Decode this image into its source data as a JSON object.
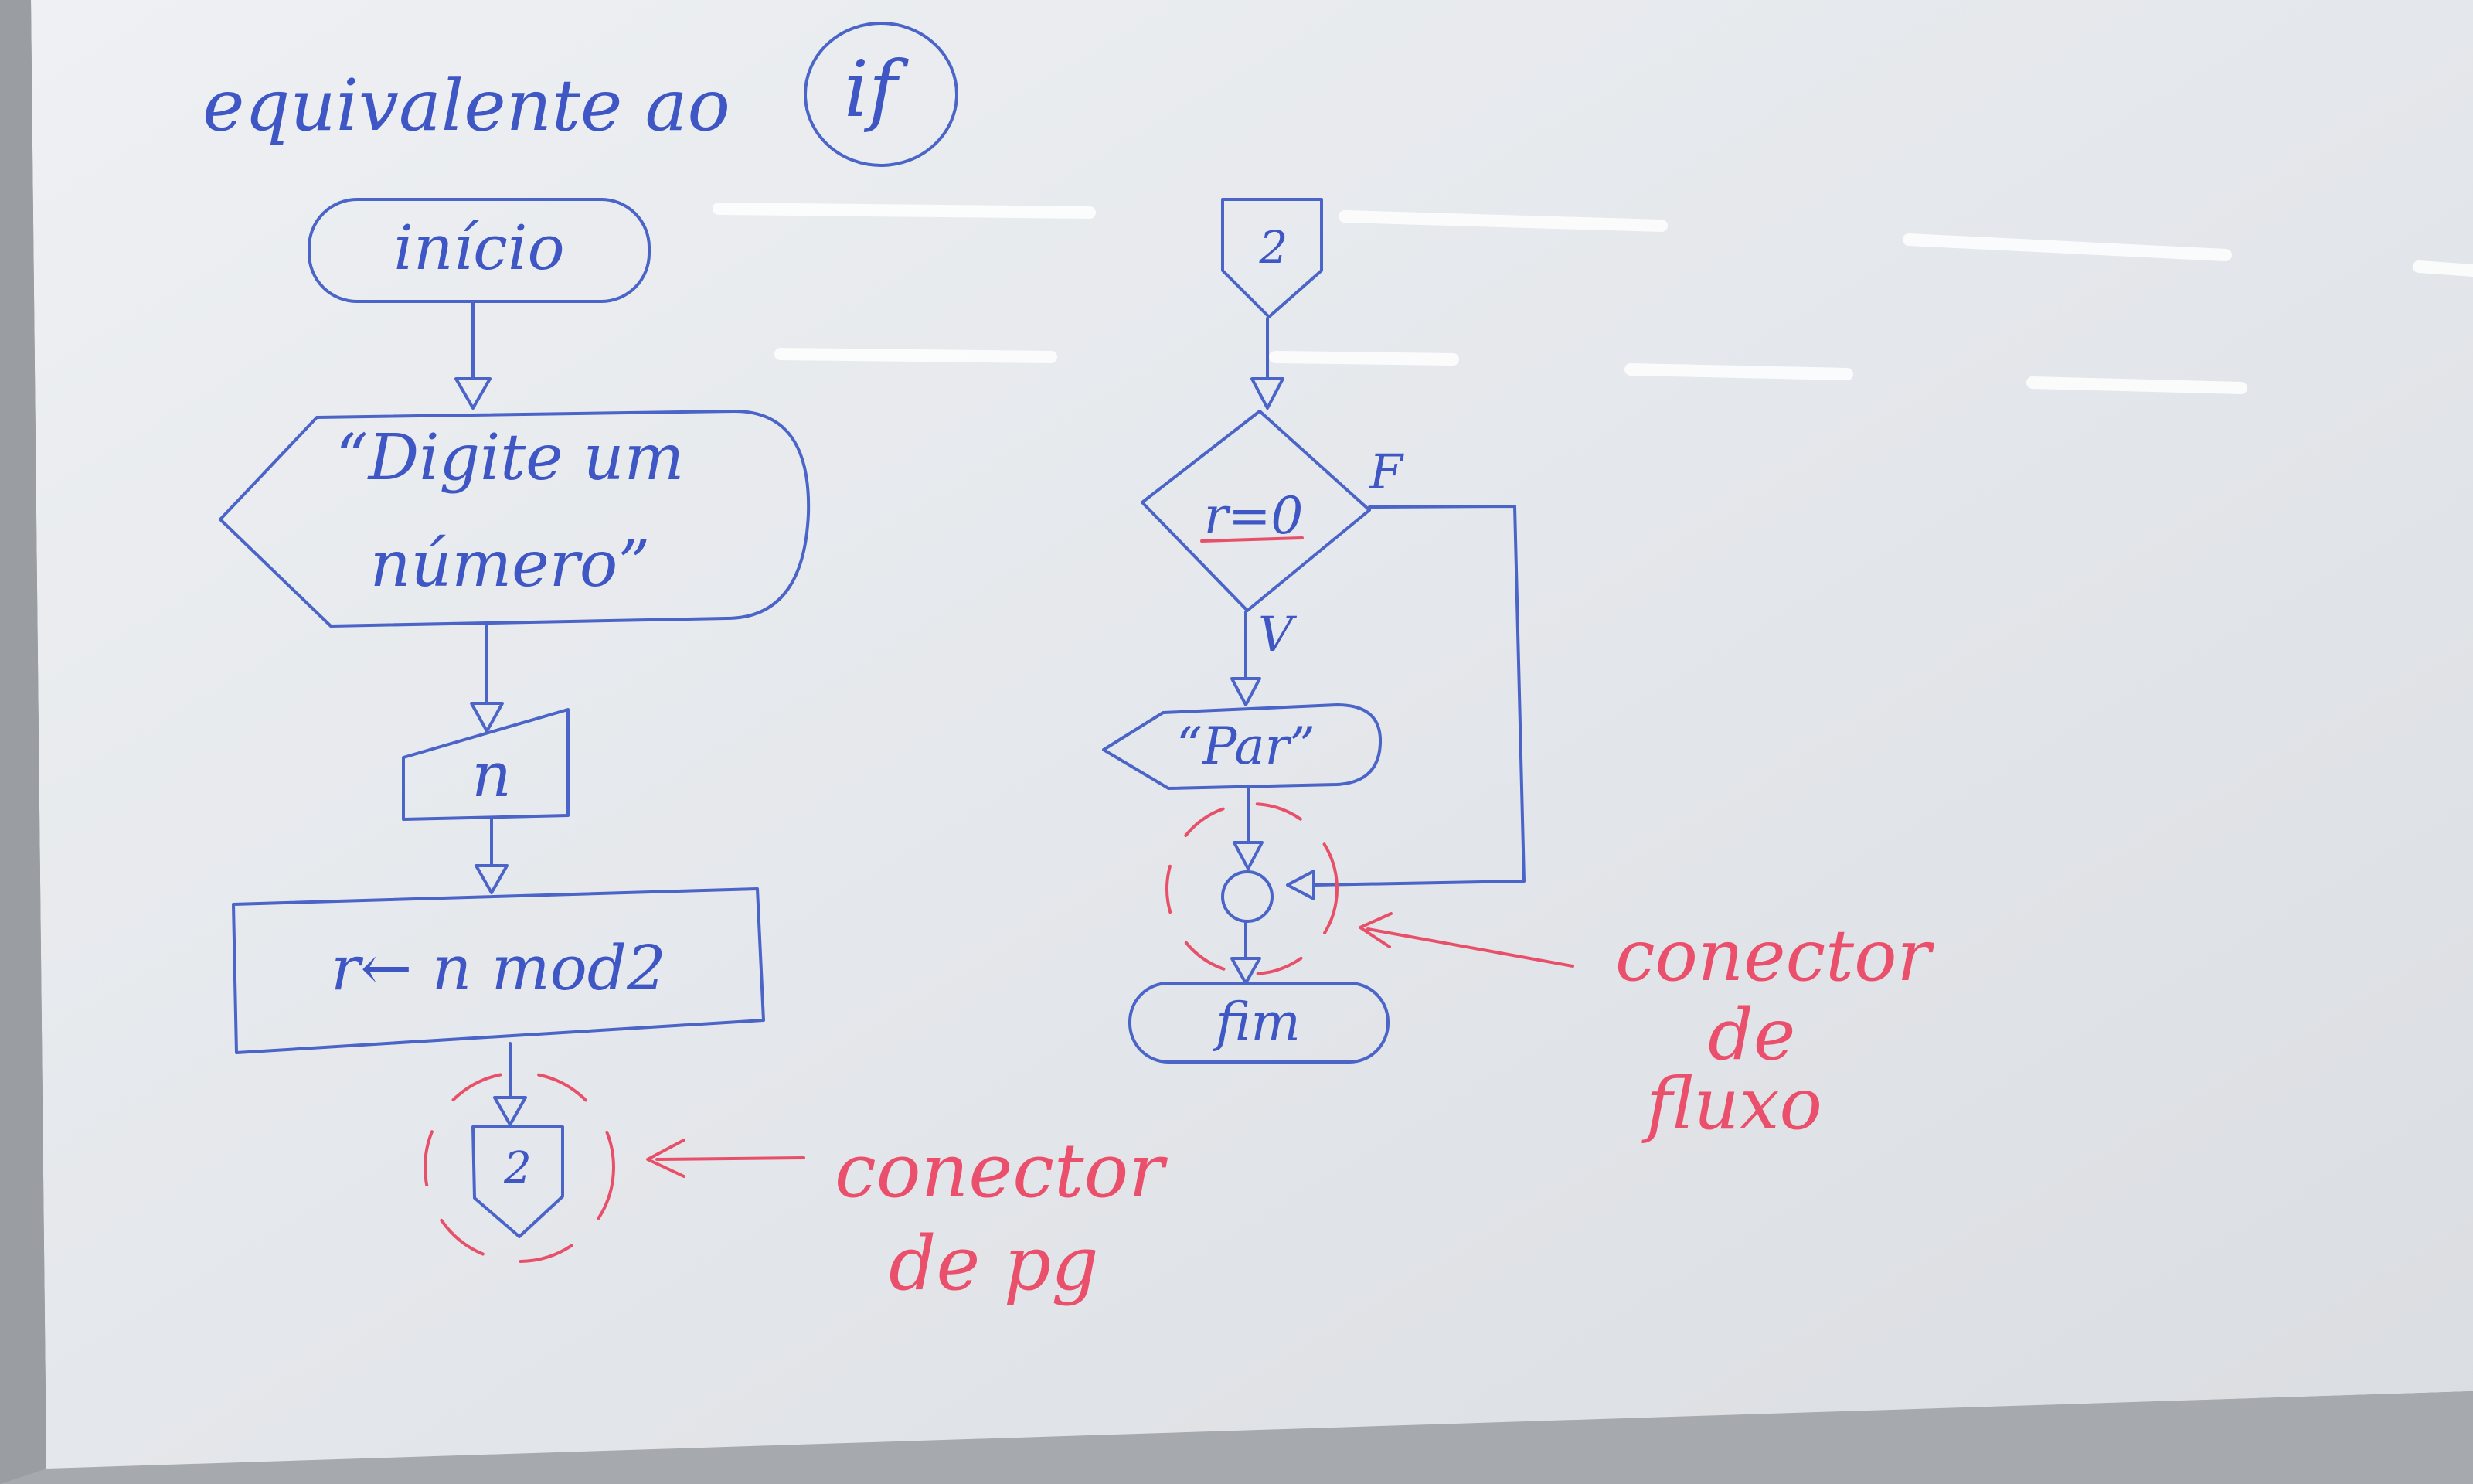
{
  "heading": {
    "text": "equivalente ao",
    "circled": "if"
  },
  "flowchart_left": {
    "start": "início",
    "display_line1": "“Digite um",
    "display_line2": "número”",
    "input": "n",
    "process": "r← n mod2",
    "page_connector": "2"
  },
  "flowchart_right": {
    "page_connector": "2",
    "decision": "r=0",
    "false_label": "F",
    "true_label": "V",
    "output": "“Par”",
    "end": "fim"
  },
  "annotations": {
    "page_connector_label_line1": "conector",
    "page_connector_label_line2": "de pg",
    "flow_connector_label_line1": "conector",
    "flow_connector_label_line2": "de",
    "flow_connector_label_line3": "fluxo"
  },
  "colors": {
    "blue_marker": "#4a64c8",
    "red_marker": "#e8506a",
    "board": "#e9ecef",
    "frame": "#8c8f93"
  }
}
